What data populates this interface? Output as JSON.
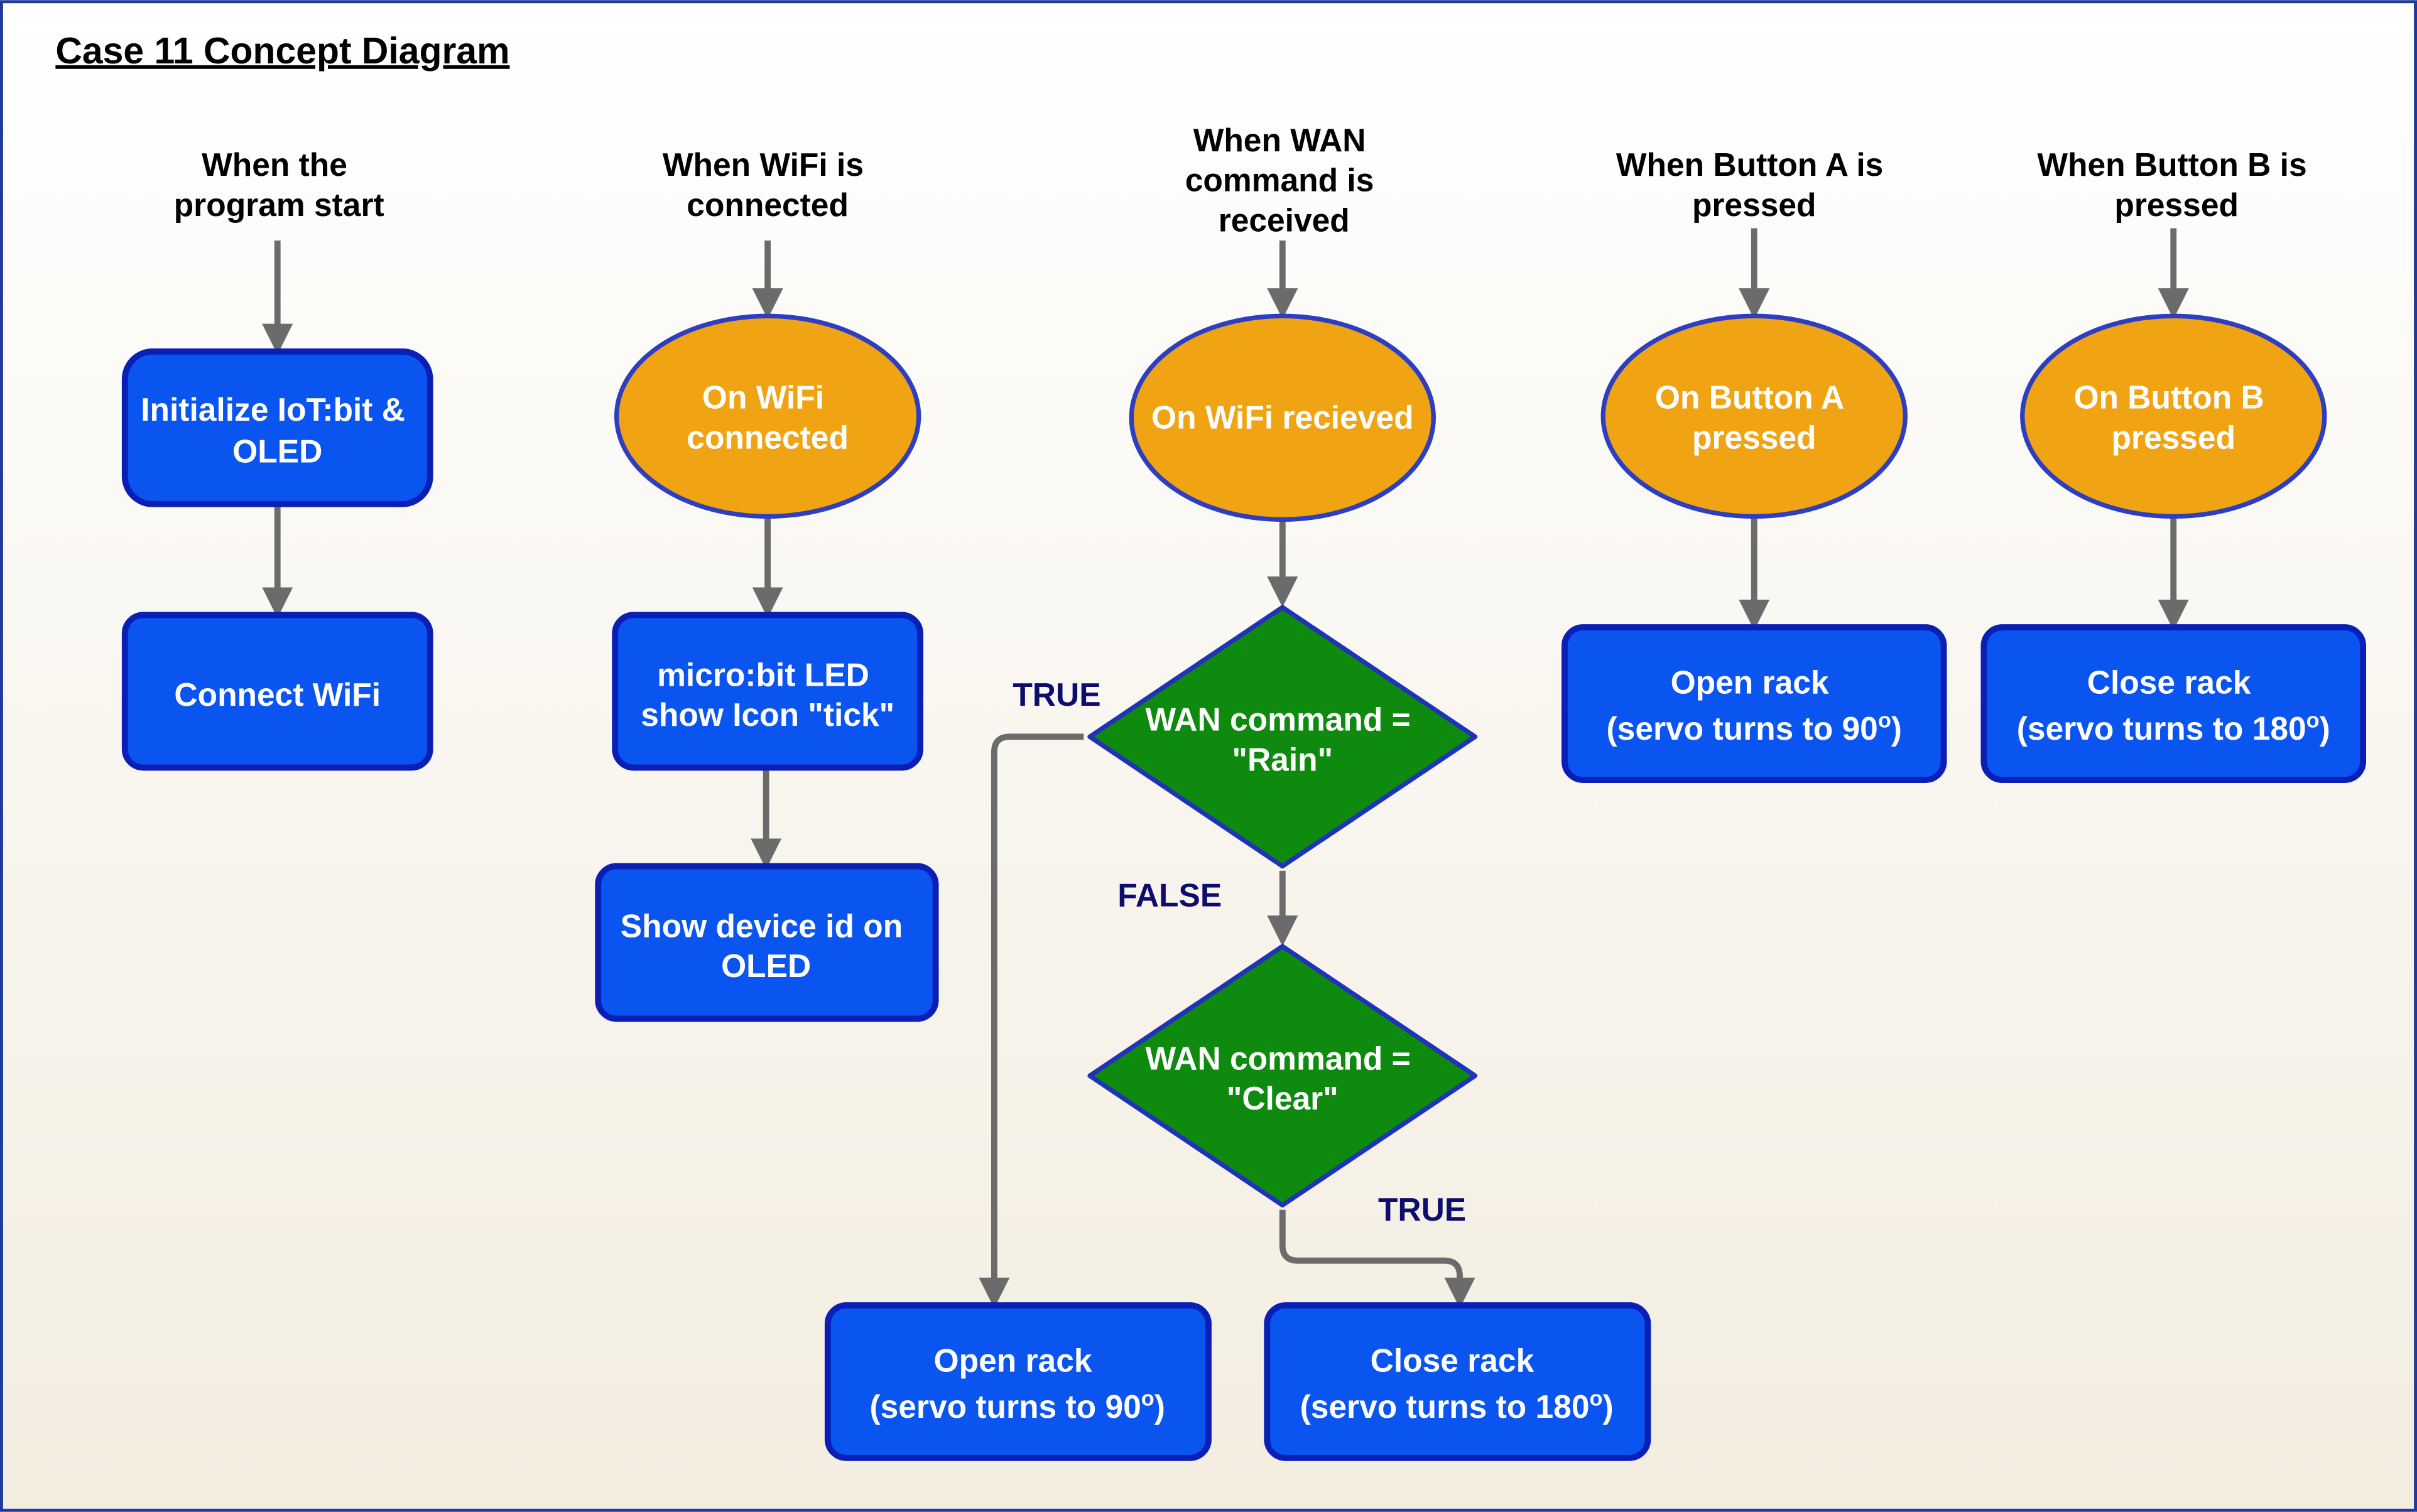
{
  "title": "Case 11 Concept Diagram",
  "colors": {
    "process_fill": "#0a55f0",
    "process_stroke": "#0a1fb5",
    "event_fill": "#f0a414",
    "event_stroke": "#2d3ec0",
    "decision_fill": "#0e8a0e",
    "decision_stroke": "#1f33b8",
    "arrow": "#6b6b6b",
    "branch_label": "#0d0d6e",
    "frame": "#1f3a9c"
  },
  "triggers": {
    "program_start": [
      "When the",
      "program start"
    ],
    "wifi_connected": [
      "When WiFi is",
      "connected"
    ],
    "wan_received": [
      "When WAN",
      "command is",
      "received"
    ],
    "button_a": [
      "When Button A is",
      "pressed"
    ],
    "button_b": [
      "When Button B is",
      "pressed"
    ]
  },
  "nodes": {
    "init": [
      "Initialize IoT:bit &",
      "OLED"
    ],
    "connect_wifi": [
      "Connect WiFi"
    ],
    "on_wifi_connected": [
      "On WiFi",
      "connected"
    ],
    "show_tick": [
      "micro:bit LED",
      "show Icon \"tick\""
    ],
    "show_device_id": [
      "Show device id on",
      "OLED"
    ],
    "on_wifi_received": [
      "On WiFi recieved"
    ],
    "decision_rain": [
      "WAN command =",
      "\"Rain\""
    ],
    "decision_clear": [
      "WAN command =",
      "\"Clear\""
    ],
    "on_button_a": [
      "On Button A",
      "pressed"
    ],
    "on_button_b": [
      "On Button B",
      "pressed"
    ],
    "open_rack_a": [
      "Open rack",
      "(servo turns to 90",
      "o",
      ")"
    ],
    "close_rack_b": [
      "Close rack",
      "(servo turns to 180",
      "o",
      ")"
    ],
    "open_rack_wan": [
      "Open rack",
      "(servo turns to 90",
      "o",
      ")"
    ],
    "close_rack_wan": [
      "Close rack",
      "(servo turns to 180",
      "o",
      ")"
    ]
  },
  "branch_labels": {
    "rain_true": "TRUE",
    "rain_false": "FALSE",
    "clear_true": "TRUE"
  }
}
